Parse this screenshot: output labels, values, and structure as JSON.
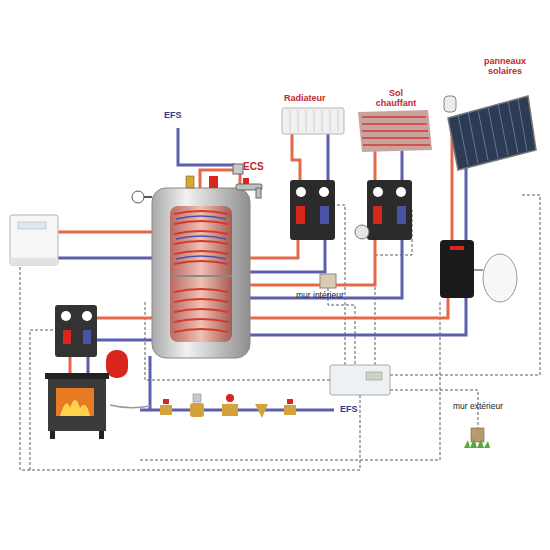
{
  "diagram": {
    "labels": [
      "EFS",
      "ECS",
      "Radiateur",
      "Sol chauffant",
      "panneaux solaires",
      "mur intérieur",
      "EFS",
      "mur extérieur"
    ]
  }
}
